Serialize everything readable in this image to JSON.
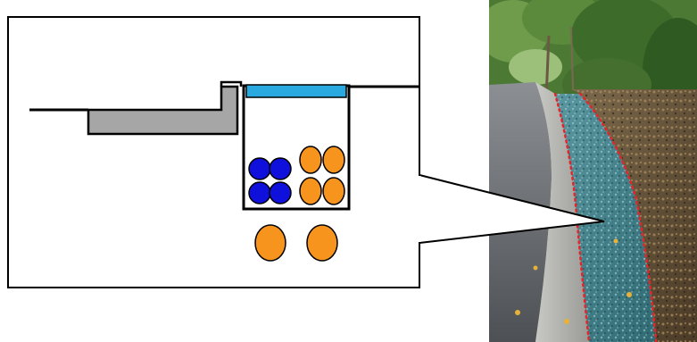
{
  "diagram": {
    "inset": {
      "frame_stroke": "#000000",
      "road_color": "#a6a6a6",
      "cover_color": "#29a9e0",
      "blue_balls": {
        "color": "#1010dd",
        "count": 4
      },
      "orange_balls_inside": {
        "color": "#f7941d",
        "count": 4
      },
      "orange_balls_below": {
        "color": "#f7941d",
        "count": 2
      }
    },
    "callout": {
      "stroke": "#000000",
      "fill": "#ffffff"
    },
    "photo": {
      "description_icon": "roadside-gravel-drain-photo",
      "road_color": "#5f6368",
      "gravel_color": "#3f7c86",
      "vegetation_color": "#3d6b2a",
      "outline_color": "#e3262b"
    }
  }
}
